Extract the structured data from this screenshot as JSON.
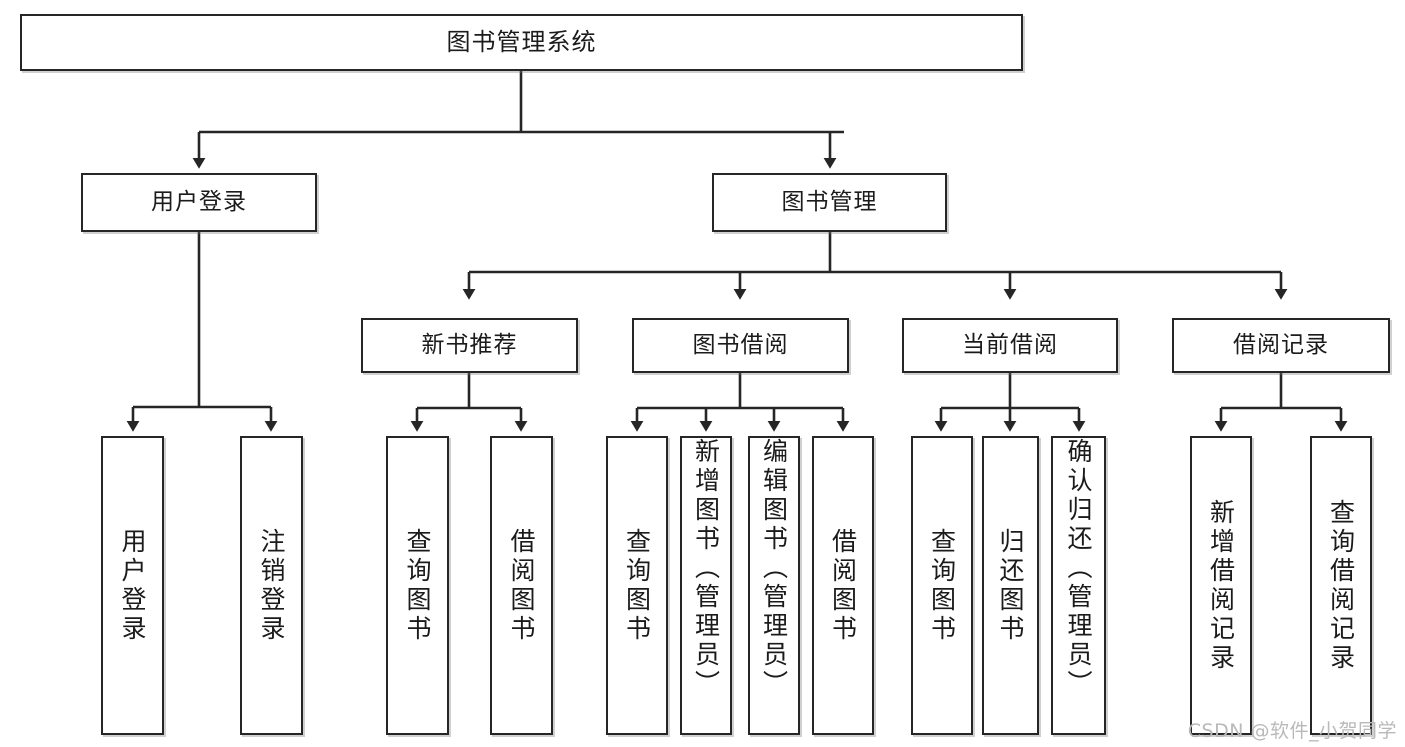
{
  "diagram": {
    "type": "hierarchy-tree",
    "title": "图书管理系统",
    "watermark": "CSDN @软件_小贺同学",
    "levels": {
      "root": {
        "label": "图书管理系统"
      },
      "level2": [
        {
          "label": "用户登录"
        },
        {
          "label": "图书管理"
        }
      ],
      "level3": [
        {
          "label": "新书推荐"
        },
        {
          "label": "图书借阅"
        },
        {
          "label": "当前借阅"
        },
        {
          "label": "借阅记录"
        }
      ],
      "leaves": {
        "user_login": [
          {
            "label": "用户登录"
          },
          {
            "label": "注销登录"
          }
        ],
        "new_book_recommend": [
          {
            "label": "查询图书"
          },
          {
            "label": "借阅图书"
          }
        ],
        "book_borrow": [
          {
            "label": "查询图书"
          },
          {
            "label": "新增图书（管理员）"
          },
          {
            "label": "编辑图书（管理员）"
          },
          {
            "label": "借阅图书"
          }
        ],
        "current_borrow": [
          {
            "label": "查询图书"
          },
          {
            "label": "归还图书"
          },
          {
            "label": "确认归还（管理员）"
          }
        ],
        "borrow_records": [
          {
            "label": "新增借阅记录"
          },
          {
            "label": "查询借阅记录"
          }
        ]
      }
    },
    "colors": {
      "border": "#262626",
      "text": "#1b1b1b",
      "background": "#ffffff",
      "watermark": "#b9b9b9"
    }
  }
}
